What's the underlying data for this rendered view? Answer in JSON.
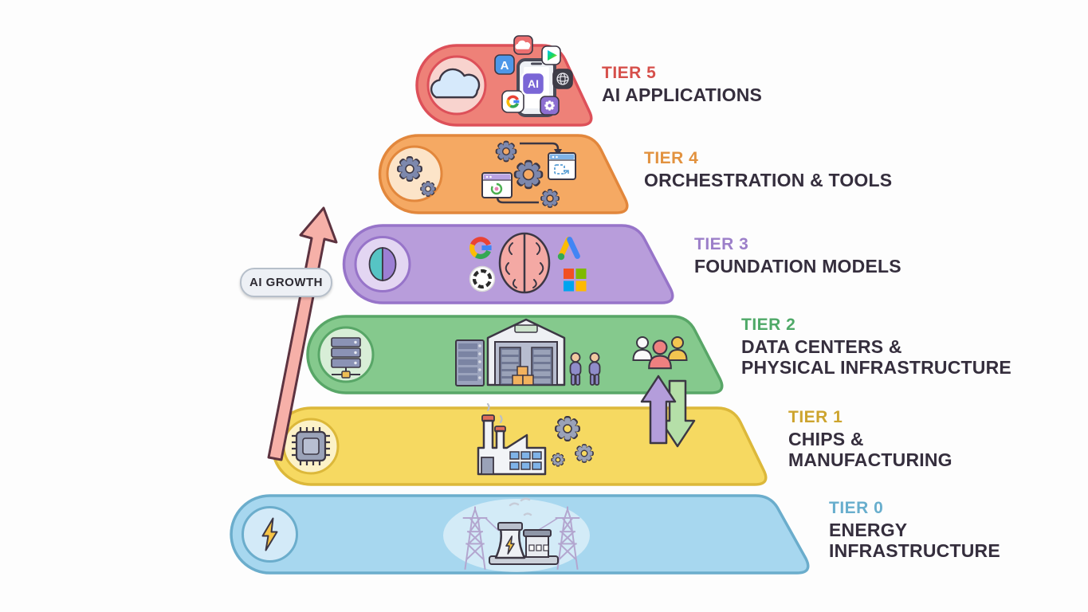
{
  "diagram": {
    "background": "#fdfdfd",
    "growth_label": "AI GROWTH",
    "growth_arrow_color": "#f6b0a8",
    "exchange_arrows": {
      "up_color": "#b49ddb",
      "down_color": "#b5dfa8"
    },
    "tiers": [
      {
        "id": "tier-5",
        "tier_label": "TIER 5",
        "title": "AI APPLICATIONS",
        "bar_color": "#ee8178",
        "border_color": "#dd5059",
        "circle_color": "#f8d3ce",
        "label_color": "#d6504b",
        "icon": "cloud",
        "center_icons": [
          "smartphone",
          "ai-badge",
          "app-store",
          "play-store",
          "cloud-app",
          "globe-app",
          "google",
          "gear-app"
        ]
      },
      {
        "id": "tier-4",
        "tier_label": "TIER 4",
        "title": "ORCHESTRATION & TOOLS",
        "bar_color": "#f5a963",
        "border_color": "#e2873c",
        "circle_color": "#fce4c8",
        "label_color": "#e2923f",
        "icon": "gears",
        "center_icons": [
          "gears",
          "browser-windows",
          "cycle-arrows"
        ]
      },
      {
        "id": "tier-3",
        "tier_label": "TIER 3",
        "title": "FOUNDATION MODELS",
        "bar_color": "#b89ddb",
        "border_color": "#9774c9",
        "circle_color": "#e3d6f2",
        "label_color": "#9c7fc9",
        "icon": "brain",
        "center_icons": [
          "google-g",
          "openai",
          "brain",
          "ads-a",
          "microsoft"
        ]
      },
      {
        "id": "tier-2",
        "tier_label": "TIER 2",
        "title": "DATA CENTERS &\nPHYSICAL INFRASTRUCTURE",
        "bar_color": "#85c98d",
        "border_color": "#58a667",
        "circle_color": "#d8eed7",
        "label_color": "#4fa968",
        "icon": "server-rack",
        "center_icons": [
          "server-tower",
          "warehouse",
          "workers",
          "team"
        ]
      },
      {
        "id": "tier-1",
        "tier_label": "TIER 1",
        "title": "CHIPS &\nMANUFACTURING",
        "bar_color": "#f6d961",
        "border_color": "#dcb83a",
        "circle_color": "#fcf2c8",
        "label_color": "#cda42e",
        "icon": "chip",
        "center_icons": [
          "factory",
          "gears"
        ]
      },
      {
        "id": "tier-0",
        "tier_label": "TIER 0",
        "title": "ENERGY\nINFRASTRUCTURE",
        "bar_color": "#a7d7ef",
        "border_color": "#6badcc",
        "circle_color": "#d3eaf8",
        "label_color": "#68aecd",
        "icon": "lightning-bolt",
        "center_icons": [
          "transmission-towers",
          "power-plant"
        ]
      }
    ]
  },
  "glyphs": {
    "ai_badge": "AI",
    "appstore_letter": "A"
  }
}
